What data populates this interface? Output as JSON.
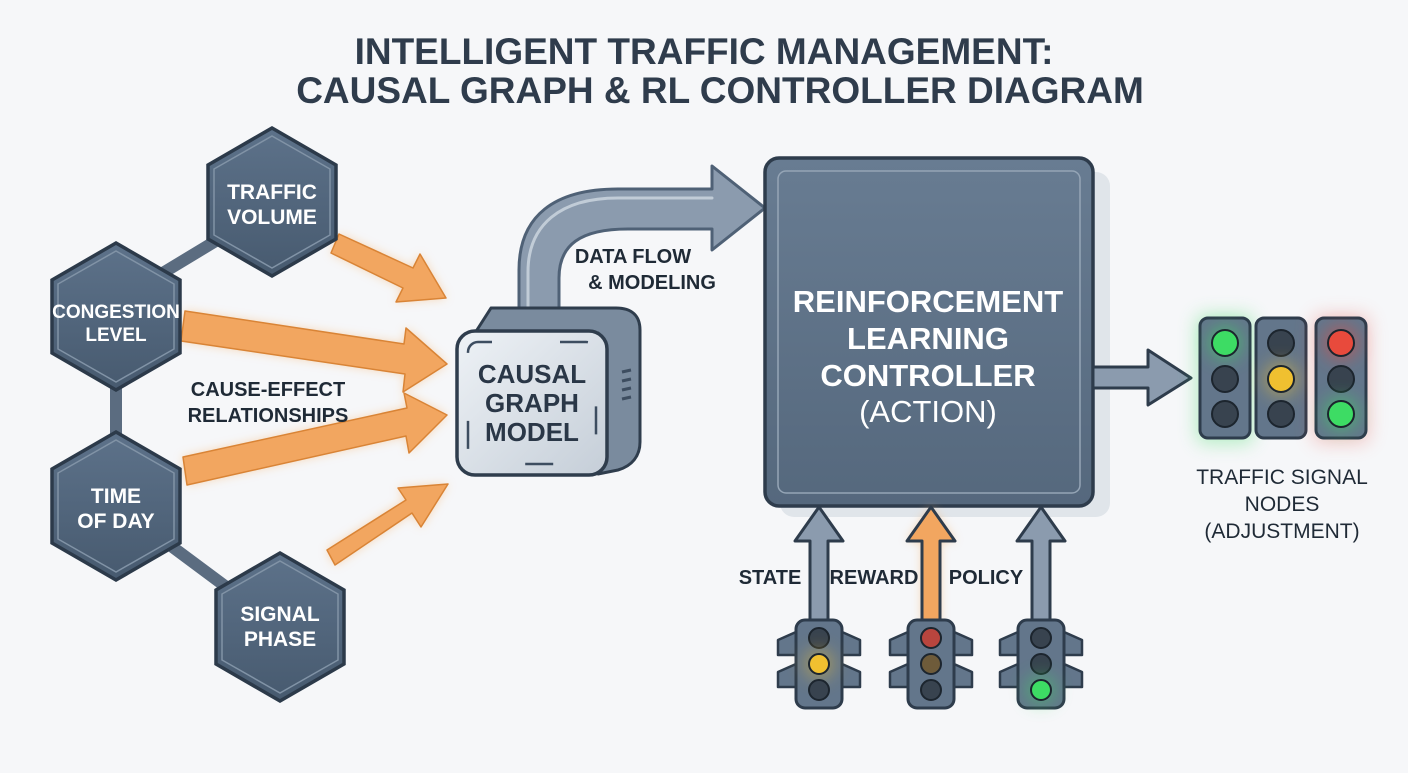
{
  "title": {
    "line1": "INTELLIGENT TRAFFIC MANAGEMENT:",
    "line2": "CAUSAL GRAPH & RL CONTROLLER DIAGRAM"
  },
  "factors": {
    "traffic_volume": [
      "TRAFFIC",
      "VOLUME"
    ],
    "congestion_level": [
      "CONGESTION",
      "LEVEL"
    ],
    "time_of_day": [
      "TIME",
      "OF DAY"
    ],
    "signal_phase": [
      "SIGNAL",
      "PHASE"
    ]
  },
  "cause_effect_label": [
    "CAUSE-EFFECT",
    "RELATIONSHIPS"
  ],
  "causal_graph": [
    "CAUSAL",
    "GRAPH",
    "MODEL"
  ],
  "data_flow_label": [
    "DATA FLOW",
    "& MODELING"
  ],
  "rl_controller": [
    "REINFORCEMENT",
    "LEARNING",
    "CONTROLLER",
    "(ACTION)"
  ],
  "inputs": {
    "state": "STATE",
    "reward": "REWARD",
    "policy": "POLICY"
  },
  "signal_nodes_label": [
    "TRAFFIC SIGNAL",
    "NODES",
    "(ADJUSTMENT)"
  ],
  "colors": {
    "hex_fill": "#4f6379",
    "hex_stroke": "#2c3a4a",
    "causal_arrow": "#f2a660",
    "flow_arrow": "#7e8fa3",
    "controller": "#5d7085",
    "light_green": "#3ddc64",
    "light_yellow": "#f0c030",
    "light_red": "#e84a3c"
  }
}
